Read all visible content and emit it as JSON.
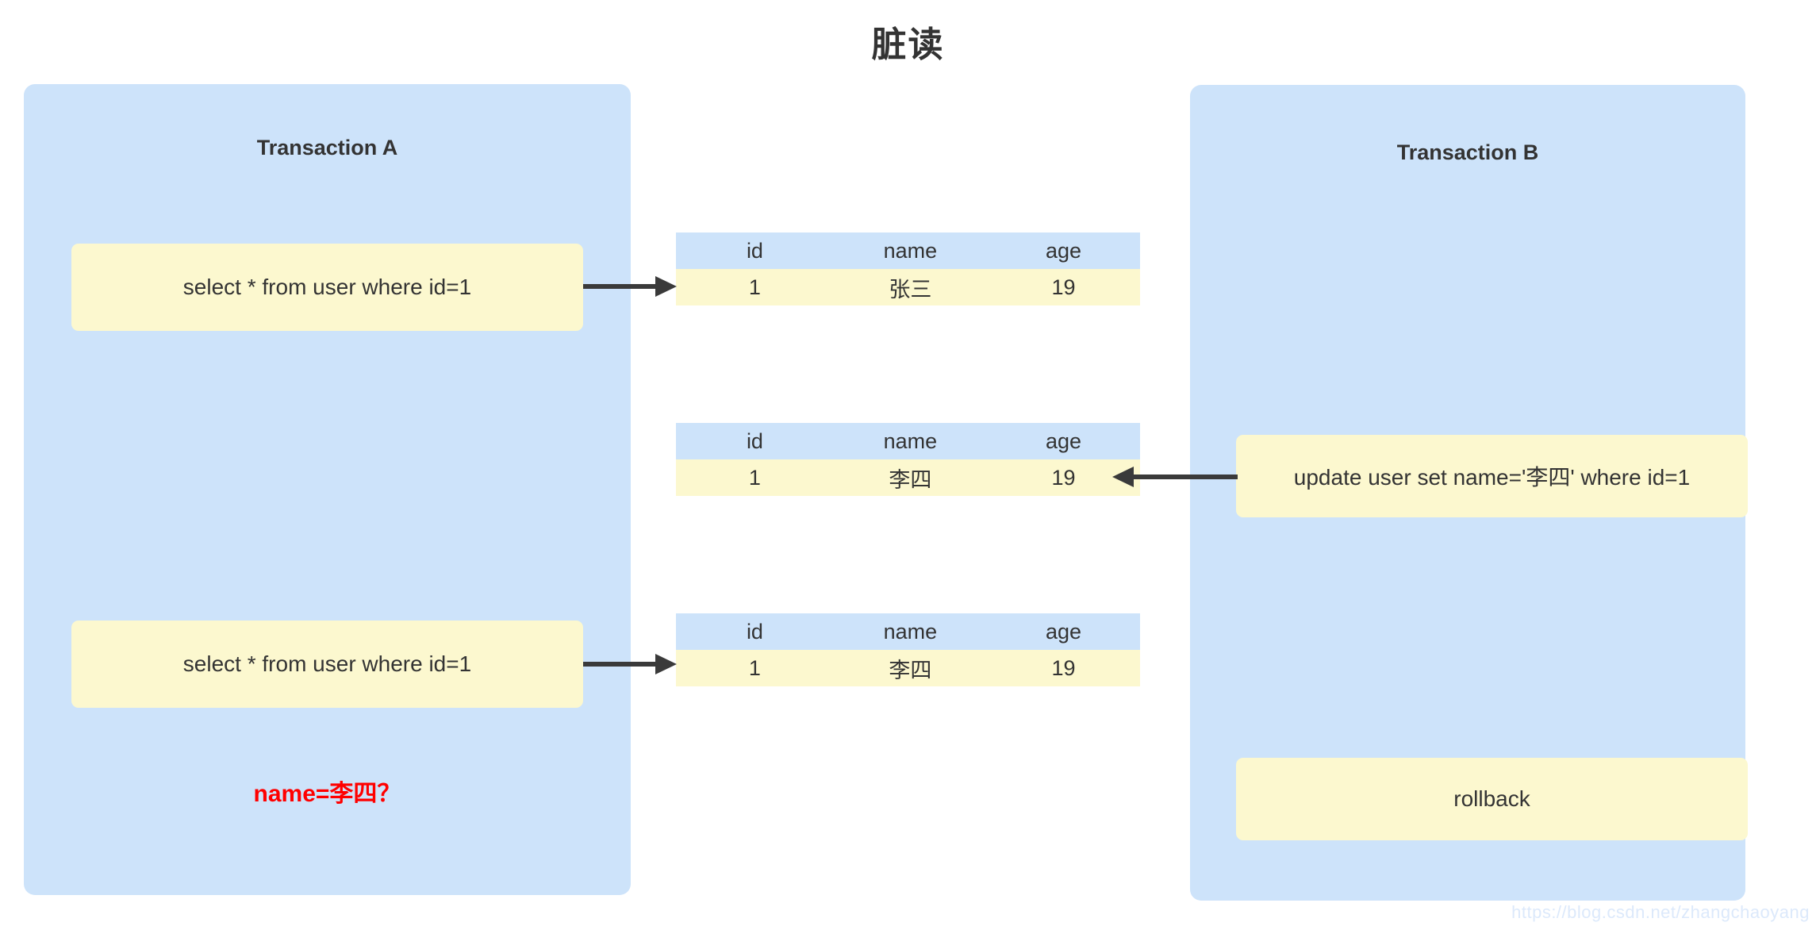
{
  "page": {
    "title": "脏读",
    "watermark": "https://blog.csdn.net/zhangchaoyang",
    "background": "#ffffff",
    "panel_color": "#cde3fa",
    "box_color": "#fcf8cf",
    "accent_color": "#ff0000",
    "text_color": "#333333",
    "arrow_color": "#3a3a3a"
  },
  "transaction_a": {
    "title": "Transaction A",
    "statements": [
      {
        "label": "select * from user where id=1"
      },
      {
        "label": "select * from user where id=1"
      }
    ],
    "note": "name=李四？"
  },
  "transaction_b": {
    "title": "Transaction B",
    "statements": [
      {
        "label": "update user set name='李四' where id=1"
      },
      {
        "label": "rollback"
      }
    ]
  },
  "tables": [
    {
      "headers": [
        "id",
        "name",
        "age"
      ],
      "rows": [
        [
          "1",
          "张三",
          "19"
        ]
      ]
    },
    {
      "headers": [
        "id",
        "name",
        "age"
      ],
      "rows": [
        [
          "1",
          "李四",
          "19"
        ]
      ]
    },
    {
      "headers": [
        "id",
        "name",
        "age"
      ],
      "rows": [
        [
          "1",
          "李四",
          "19"
        ]
      ]
    }
  ],
  "arrows": [
    {
      "name": "arrow-a1-to-table1",
      "direction": "right"
    },
    {
      "name": "arrow-a2-to-table3",
      "direction": "right"
    },
    {
      "name": "arrow-b1-to-table2",
      "direction": "left"
    }
  ]
}
